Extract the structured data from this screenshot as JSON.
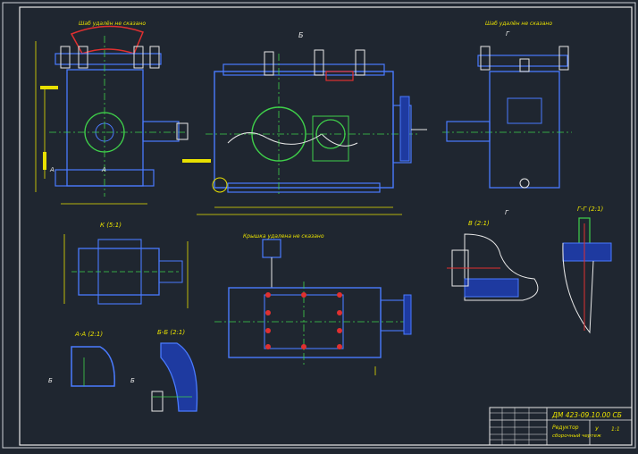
{
  "drawing": {
    "background": "#1f2630",
    "view_labels": {
      "top_left": "Шаб удалён не сказано",
      "top_right": "Шаб удалён не сказано",
      "section_b": "Б",
      "section_g": "Г",
      "view_k": "К (5:1)",
      "view_v": "В (2:1)",
      "view_gg": "Г-Г (2:1)",
      "view_cover": "Крышка удалена не сказано",
      "view_aa": "А-А (2:1)",
      "view_bb": "Б-Б (2:1)",
      "mark_a1": "А",
      "mark_a2": "А",
      "mark_b_left": "Б",
      "mark_b_right": "Б"
    },
    "title_block": {
      "doc_number": "ДМ 423-09.10.00 СБ",
      "name_line1": "Редуктор",
      "name_line2": "сборочный чертеж",
      "lit": "У",
      "scale": "1:1"
    }
  }
}
